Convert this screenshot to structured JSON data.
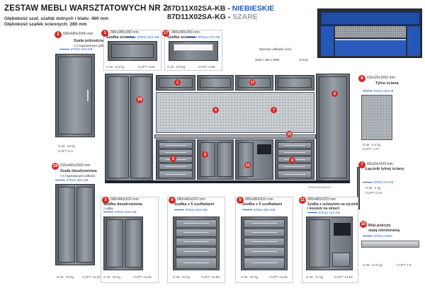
{
  "header": {
    "title": "ZESTAW MEBLI WARSZTATOWYCH NR 2",
    "depth_line1": "Głębokość szaf, szafek dolnych i blatu: 460 mm",
    "depth_line2": "Głębokość szafek ściennych: 280 mm",
    "code_blue": "87D11X02SA-KB - ",
    "code_blue_suffix": "NIEBIESKIE",
    "code_grey": "87D11X02SA-KG - ",
    "code_grey_suffix": "SZARE"
  },
  "overall_dims": {
    "label": "Wymiary całkowite (mm)",
    "value": "4220 x 460 x 2000",
    "extra": "374,40"
  },
  "colors": {
    "badge": "#d62828",
    "blue_code": "#1e5bb8",
    "grey_code": "#9aa0a6"
  },
  "items": {
    "i2": {
      "num": "2",
      "dims": "600x460x2000 mm",
      "name": "Szafa jednodrzwiowa",
      "note": "z 5 regulowanymi półkami",
      "code": "87D11-02A-KB",
      "gw": "G.W.: 33 kg",
      "cuft": "CUFT: 9.3"
    },
    "i1": {
      "num": "1",
      "dims": "680x280x350 mm",
      "name": "Szafka ścienna",
      "code": "87D11-01A-KB",
      "gw": "G.W.: 8.5 kg",
      "cuft": "CUFT: 3.69"
    },
    "i17": {
      "num": "17",
      "dims": "680x280x350 mm",
      "name": "Szafka ścienna",
      "code": "87D11-17A-KB",
      "gw": "G.W.: 6.8 kg",
      "cuft": "CUFT: 3.69"
    },
    "i6": {
      "num": "6",
      "dims": "615x25x1052 mm",
      "name": "Tylna ściana",
      "code": "87D11-06A-B",
      "gw": "G.W.: 5.3 kg",
      "cuft": "CUFT: 1.07"
    },
    "i7": {
      "num": "7",
      "dims": "66x30x1420 mm",
      "name": "Łącznik tylnej ściany",
      "code": "87D11-07A-B",
      "gw": "G.W.: 2 kg",
      "cuft": "CUFT: 0.24"
    },
    "i18": {
      "num": "18",
      "dims": "915x460x2000 mm",
      "name": "Szafa dwudrzwiowa",
      "note": "z 5 regulowanymi półkami",
      "code": "87D11-18A-KB",
      "gw": "G.W.: 75 kg",
      "cuft": "CUFT: 12.82"
    },
    "i3": {
      "num": "3",
      "dims": "680x460x910 mm",
      "name": "Szafka dwudrzwiowa",
      "note": "z półką",
      "code": "87D11-03A-KB",
      "gw": "G.W.: 30 kg",
      "cuft": "CUFT: 13.58"
    },
    "i4": {
      "num": "4",
      "dims": "680x460x910 mm",
      "name": "Szafka z 5 szufladami",
      "code": "87D11-04A-KB",
      "gw": "G.W.: 42 kg",
      "cuft": "CUFT: 13.58"
    },
    "i5": {
      "num": "5",
      "dims": "680x460x910 mm",
      "name": "Szafka z 5 szufladami",
      "code": "87D11-05A-KB",
      "gw": "G.W.: 40 kg",
      "cuft": "CUFT: 13.58"
    },
    "i11": {
      "num": "11",
      "dims": "680x460x910 mm",
      "name": "Szafka z uchwytem na ręcznik",
      "note": "i koszem na śmieci",
      "code": "87D11-11A-KB",
      "gw": "G.W.: 37 kg",
      "cuft": "CUFT: 13.58"
    },
    "i15": {
      "num": "15",
      "name": "Blat pokryty",
      "name2": "stalą nierdzewną",
      "code": "87D11-15SA",
      "gw": "G.W.: 12.5 kg",
      "cuft": "CUFT: 1.6"
    }
  },
  "assembly_badges": [
    "18",
    "1",
    "17",
    "2",
    "6",
    "7",
    "3",
    "5",
    "11",
    "4",
    "15"
  ],
  "assembly_code": "87D11X02SA-KG"
}
